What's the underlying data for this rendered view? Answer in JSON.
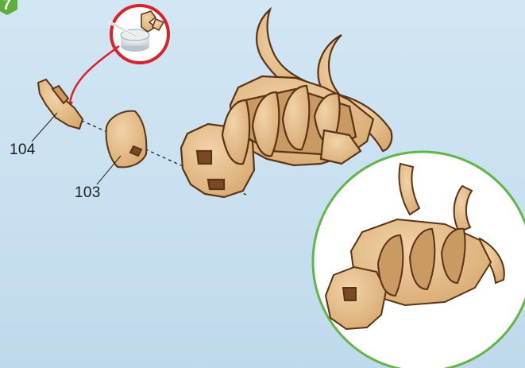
{
  "step": {
    "number": "7",
    "badge_color": "#5fae3c"
  },
  "parts": [
    {
      "id": "104",
      "label": "104"
    },
    {
      "id": "103",
      "label": "103"
    }
  ],
  "colors": {
    "wood": "#e6bd8c",
    "wood_dark": "#c99a62",
    "edge": "#5a3416",
    "arrow": "#d8232a",
    "callout_ring": "#62b548"
  },
  "icons": {
    "glue": "glue-pot-icon"
  }
}
